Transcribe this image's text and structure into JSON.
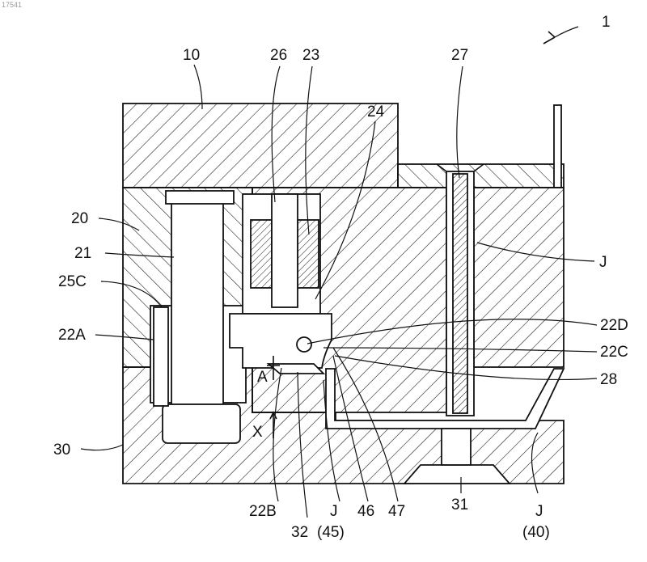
{
  "figure_number": "17541",
  "labels": {
    "l1": "1",
    "l10": "10",
    "l26": "26",
    "l23": "23",
    "l27": "27",
    "l24": "24",
    "l20": "20",
    "l21": "21",
    "l25C": "25C",
    "l22A": "22A",
    "l30": "30",
    "lJtop": "J",
    "l22D": "22D",
    "l22C": "22C",
    "l28": "28",
    "lA": "A",
    "lX": "X",
    "l22B": "22B",
    "l32": "32",
    "lJ45": "J",
    "l45": "(45)",
    "l46": "46",
    "l47": "47",
    "l31": "31",
    "lJ40": "J",
    "l40": "(40)"
  }
}
